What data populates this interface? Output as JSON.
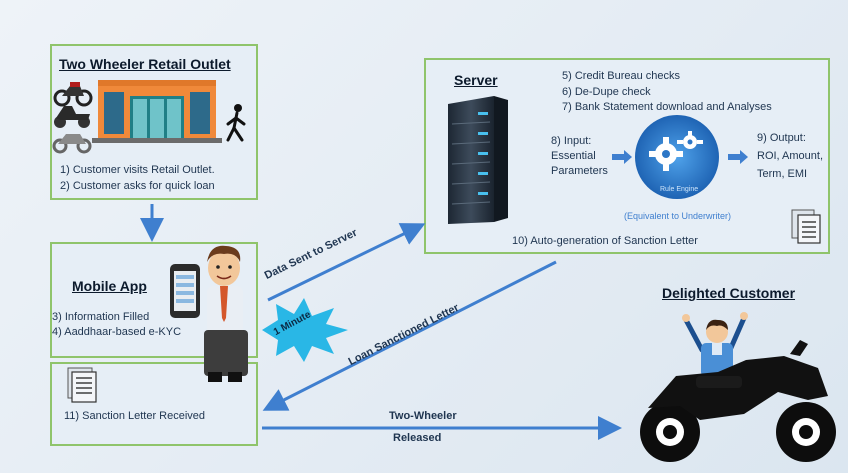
{
  "outlet": {
    "title": "Two Wheeler Retail Outlet",
    "step1": "1)   Customer visits Retail Outlet.",
    "step2": "2)   Customer asks for quick loan"
  },
  "mobile": {
    "title": "Mobile App",
    "step3": "3) Information Filled",
    "step4": "4) Aaddhaar-based e-KYC"
  },
  "sanction_received": "11) Sanction Letter Received",
  "server": {
    "title": "Server",
    "step5": "5) Credit Bureau checks",
    "step6": "6) De-Dupe check",
    "step7": "7) Bank Statement download and Analyses",
    "input_line1": "8) Input:",
    "input_line2": "Essential",
    "input_line3": "Parameters",
    "engine_label": "Rule Engine",
    "output_line1": "9) Output:",
    "output_line2": "ROI, Amount,",
    "output_line3": "Term, EMI",
    "underwriter_note": "(Equivalent to Underwriter)",
    "step10": "10) Auto-generation of Sanction Letter"
  },
  "arrows": {
    "data_sent": "Data Sent to Server",
    "loan_sanctioned": "Loan Sanctioned Letter",
    "released_line1": "Two-Wheeler",
    "released_line2": "Released"
  },
  "burst_label": "1 Minute",
  "customer_title": "Delighted Customer",
  "colors": {
    "box_fill": "#e6eef6",
    "box_border": "#8fc46b",
    "arrow": "#3f7fcf",
    "burst": "#29b7e6"
  }
}
